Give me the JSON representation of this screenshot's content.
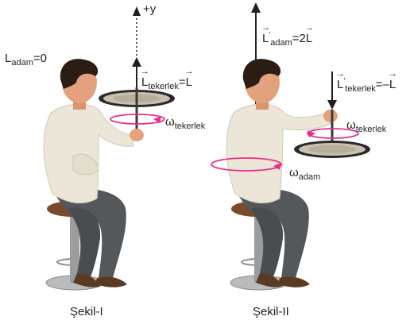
{
  "figure": {
    "panel1": {
      "caption": "Şekil-I",
      "axis_label": "+y",
      "L_man": {
        "symbol": "L",
        "sub": "adam",
        "rest": "=0"
      },
      "L_wheel": {
        "symbol": "L",
        "sub": "tekerlek",
        "eq": "=",
        "rhs": "L"
      },
      "omega_wheel": {
        "symbol": "ω",
        "sub": "tekerlek"
      }
    },
    "panel2": {
      "caption": "Şekil-II",
      "L_man": {
        "symbol": "L",
        "prime": "'",
        "sub": "adam",
        "eq": "=2",
        "rhs": "L"
      },
      "L_wheel": {
        "symbol": "L",
        "prime": "'",
        "sub": "tekerlek",
        "eq": "=–",
        "rhs": "L"
      },
      "omega_wheel": {
        "symbol": "ω",
        "sub": "tekerlek"
      },
      "omega_man": {
        "symbol": "ω",
        "sub": "adam"
      }
    },
    "colors": {
      "rotation_arrow": "#e8308a",
      "shirt": "#ebe6d8",
      "pants": "#55585b",
      "skin": "#e3a27b",
      "hair": "#2b1d14",
      "stool_seat": "#7a4a2e",
      "stool_pole": "#9a9c9e",
      "shoes": "#5b3a22",
      "line": "#231f20"
    }
  }
}
